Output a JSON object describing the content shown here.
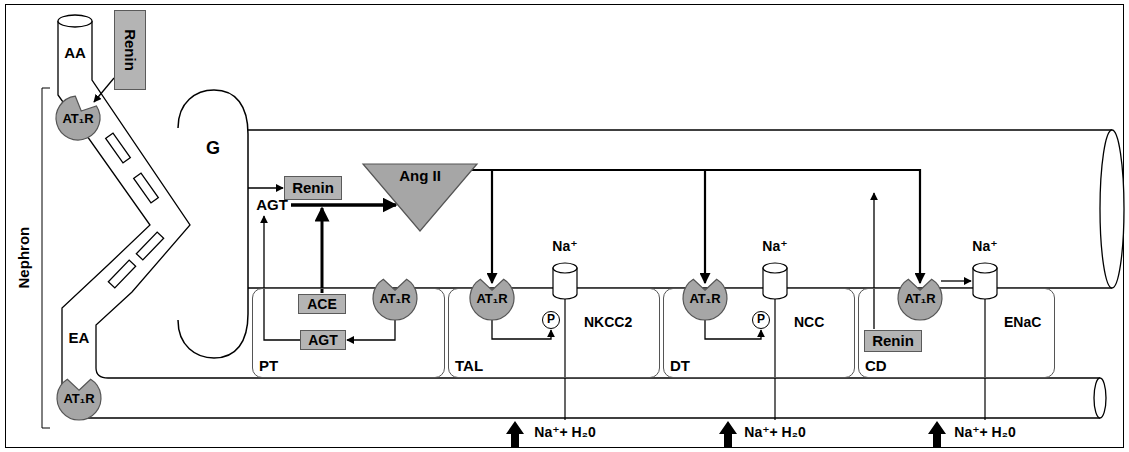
{
  "diagram": {
    "nodes": [
      {
        "text": [
          "Renin"
        ]
      },
      {
        "text": [
          "AT₁R"
        ]
      },
      {
        "text": [
          "AT₁R"
        ]
      },
      {
        "text": [
          "G"
        ]
      },
      {
        "text": [
          "Renin"
        ]
      },
      {
        "text": [
          "Ang II"
        ]
      },
      {
        "text": [
          "PT"
        ]
      },
      {
        "text": [
          "ACE"
        ],
        "in": 6
      },
      {
        "text": [
          "AT₁R"
        ],
        "in": 6
      },
      {
        "text": [
          "AGT"
        ],
        "in": 6
      },
      {
        "text": [
          "TAL"
        ]
      },
      {
        "text": [
          "AT₁R"
        ],
        "in": 10
      },
      {
        "text": [
          "NKCC2"
        ],
        "in": 10
      },
      {
        "text": [
          "P"
        ],
        "in": 10
      },
      {
        "text": [
          "DT"
        ]
      },
      {
        "text": [
          "AT₁R"
        ],
        "in": 14
      },
      {
        "text": [
          "NCC"
        ],
        "in": 14
      },
      {
        "text": [
          "P"
        ],
        "in": 14
      },
      {
        "text": [
          "CD"
        ]
      },
      {
        "text": [
          "AT₁R"
        ],
        "in": 18
      },
      {
        "text": [
          "ENaC"
        ],
        "in": 18
      },
      {
        "text": [
          "Renin"
        ],
        "in": 18
      }
    ],
    "edges": [
      {
        "from": 0,
        "to": 1,
        "arrow": "to"
      },
      {
        "from": 3,
        "to": 4,
        "arrow": "to"
      },
      {
        "from": 5,
        "to": 11,
        "arrow": "to"
      },
      {
        "from": 5,
        "to": 15,
        "arrow": "to"
      },
      {
        "from": 5,
        "to": 19,
        "arrow": "to"
      },
      {
        "from": 8,
        "to": 9,
        "arrow": "to"
      },
      {
        "from": 11,
        "to": 13,
        "arrow": "to"
      },
      {
        "from": 15,
        "to": 17,
        "arrow": "to"
      },
      {
        "from": 19,
        "to": 20,
        "arrow": "to"
      }
    ],
    "labels": [
      "Nephron",
      "AA",
      "EA",
      "AGT",
      "Na⁺",
      "Na⁺",
      "Na⁺",
      "Na⁺+ H₂0",
      "Na⁺+ H₂0",
      "Na⁺+ H₂0"
    ]
  }
}
